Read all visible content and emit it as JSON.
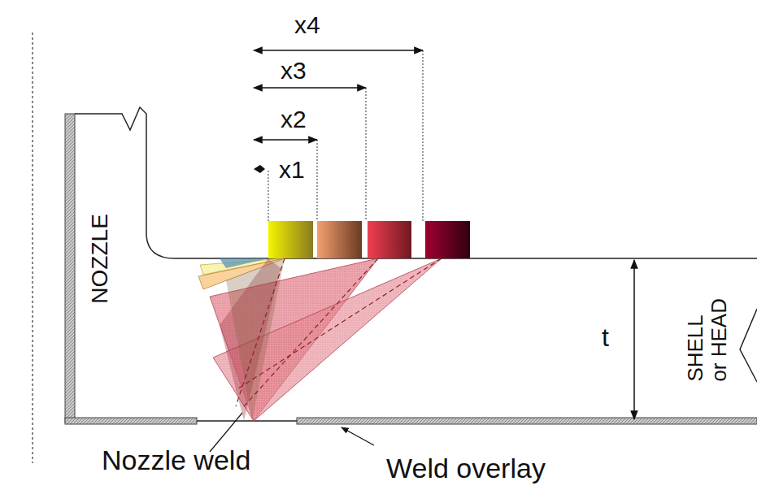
{
  "diagram": {
    "labels": [
      "x4",
      "x3",
      "x2",
      "x1",
      "NOZZLE",
      "t",
      "SHELL or HEAD",
      "Nozzle weld",
      "Weld overlay"
    ]
  }
}
